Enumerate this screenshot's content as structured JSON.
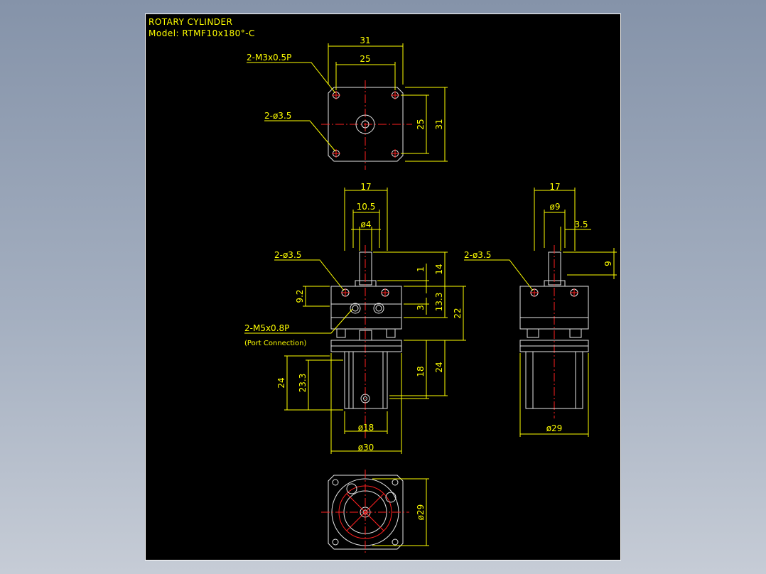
{
  "title": {
    "line1": "ROTARY CYLINDER",
    "line2": "Model: RTMF10x180°-C"
  },
  "top_view": {
    "dim_31_width": "31",
    "dim_25_width": "25",
    "dim_25_height": "25",
    "dim_31_height": "31",
    "callout_thread": "2-M3x0.5P",
    "callout_hole": "2-ø3.5"
  },
  "front_view": {
    "dim_17": "17",
    "dim_10_5": "10.5",
    "dim_phi4": "ø4",
    "dim_1": "1",
    "dim_14": "14",
    "dim_9_2": "9.2",
    "dim_3": "3",
    "dim_13_3": "13.3",
    "dim_22": "22",
    "dim_24_left": "24",
    "dim_23_3": "23.3",
    "dim_18": "18",
    "dim_24_right": "24",
    "dim_phi18": "ø18",
    "dim_phi30": "ø30",
    "callout_hole": "2-ø3.5",
    "callout_port": "2-M5x0.8P",
    "callout_port_note": "(Port Connection)"
  },
  "side_view": {
    "dim_17": "17",
    "dim_phi9": "ø9",
    "dim_3_5": "3.5",
    "dim_9": "9",
    "dim_phi29": "ø29",
    "callout_hole": "2-ø3.5"
  },
  "bottom_view": {
    "dim_phi29": "ø29"
  },
  "colors": {
    "background": "#000000",
    "outline": "#e6e6e6",
    "centerline": "#ff2020",
    "dimension": "#ffff00",
    "frame": "#ffffff",
    "window_gradient_top": "#8593a9"
  }
}
